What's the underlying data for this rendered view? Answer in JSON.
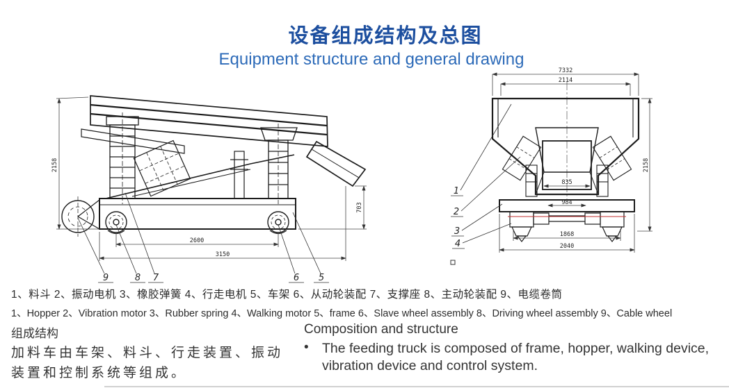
{
  "header": {
    "title_zh": "设备组成结构及总图",
    "title_en": "Equipment structure and general drawing"
  },
  "legend": {
    "zh": "1、料斗 2、振动电机 3、橡胶弹簧 4、行走电机 5、车架 6、从动轮装配 7、支撑座 8、主动轮装配 9、电缆卷筒",
    "en": "1、Hopper 2、Vibration motor 3、Rubber spring 4、Walking motor 5、frame 6、Slave wheel assembly 8、Driving wheel assembly 9、Cable wheel"
  },
  "composition": {
    "heading_zh": "组成结构",
    "body_zh": "加料车由车架、料斗、行走装置、振动装置和控制系统等组成。",
    "heading_en": "Composition and structure",
    "bullet_glyph": "•",
    "bullet_en": "The feeding truck is composed of frame, hopper, walking device, vibration device and control system."
  },
  "side_view": {
    "dim_overall_height": "2158",
    "dim_wheelbase": "2600",
    "dim_overall_length": "3150",
    "dim_discharge_height": "703",
    "callout_9": "9",
    "callout_8": "8",
    "callout_7": "7",
    "callout_6": "6",
    "callout_5": "5"
  },
  "front_view": {
    "dim_top_outer": "7332",
    "dim_top_inner": "2114",
    "dim_overall_height": "2158",
    "dim_throat_width": "835",
    "dim_frame_width": "984",
    "dim_wheel_track": "1868",
    "dim_base_width": "2040",
    "callout_1": "1",
    "callout_2": "2",
    "callout_3": "3",
    "callout_4": "4"
  },
  "colors": {
    "title_blue": "#1d4f9f",
    "subtitle_blue": "#2c6ab8",
    "line_black": "#1c1c1c",
    "dim_gray": "#444444",
    "red_axis": "#c03030"
  }
}
